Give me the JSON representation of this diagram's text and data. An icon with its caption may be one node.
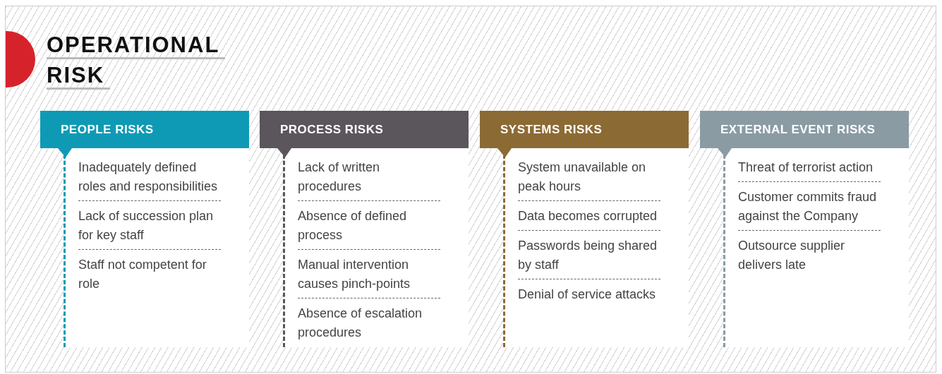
{
  "diagram": {
    "title": "OPERATIONAL RISK",
    "nodes": [
      {
        "text": [
          "PEOPLE RISKS"
        ]
      },
      {
        "text": [
          "Inadequately defined roles and responsibilities"
        ],
        "in": 0
      },
      {
        "text": [
          "Lack of succession plan for key staff"
        ],
        "in": 0
      },
      {
        "text": [
          "Staff not competent for role"
        ],
        "in": 0
      },
      {
        "text": [
          "PROCESS RISKS"
        ]
      },
      {
        "text": [
          "Lack of written procedures"
        ],
        "in": 4
      },
      {
        "text": [
          "Absence of defined process"
        ],
        "in": 4
      },
      {
        "text": [
          "Manual intervention causes pinch-points"
        ],
        "in": 4
      },
      {
        "text": [
          "Absence of escalation procedures"
        ],
        "in": 4
      },
      {
        "text": [
          "SYSTEMS RISKS"
        ]
      },
      {
        "text": [
          "System unavailable on peak hours"
        ],
        "in": 9
      },
      {
        "text": [
          "Data becomes corrupted"
        ],
        "in": 9
      },
      {
        "text": [
          "Passwords being shared by staff"
        ],
        "in": 9
      },
      {
        "text": [
          "Denial of service attacks"
        ],
        "in": 9
      },
      {
        "text": [
          "EXTERNAL EVENT RISKS"
        ]
      },
      {
        "text": [
          "Threat of terrorist action"
        ],
        "in": 14
      },
      {
        "text": [
          "Customer commits fraud against the Company"
        ],
        "in": 14
      },
      {
        "text": [
          "Outsource supplier delivers late"
        ],
        "in": 14
      }
    ],
    "edges": []
  }
}
